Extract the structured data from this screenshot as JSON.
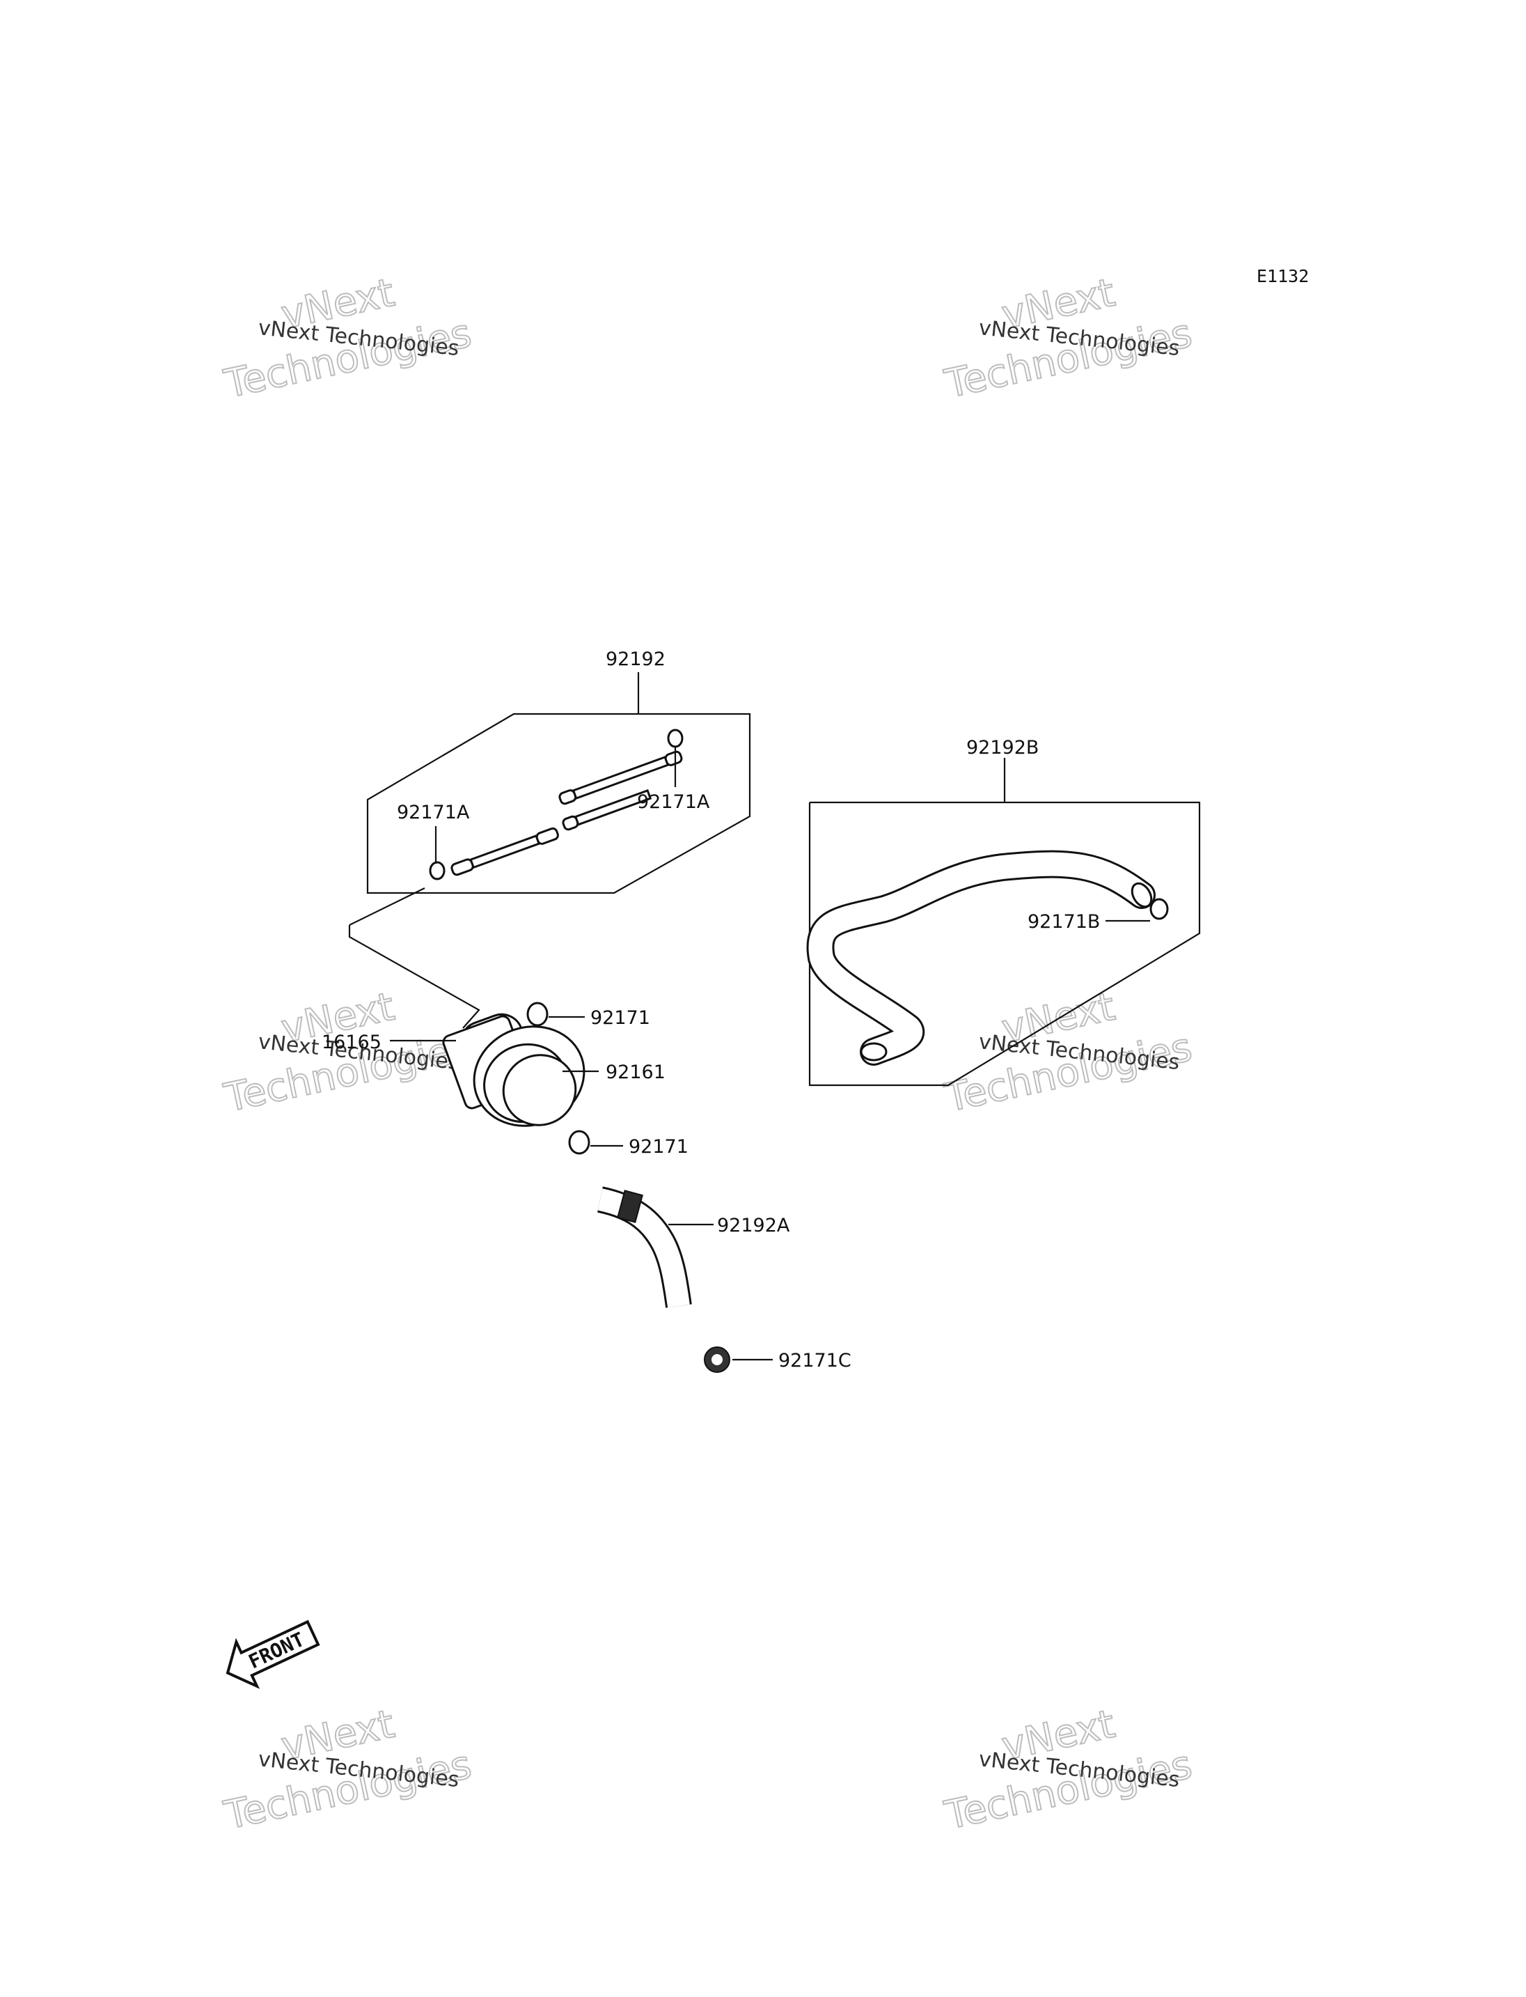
{
  "diagram_code": "E1132",
  "watermark": {
    "line1": "vNext Technologies",
    "line2": "vNext",
    "line3": "Technologies"
  },
  "labels": {
    "p92192": "92192",
    "p92171A_left": "92171A",
    "p92171A_right": "92171A",
    "p92192B": "92192B",
    "p92171B": "92171B",
    "p92171_top": "92171",
    "p16165": "16165",
    "p92161": "92161",
    "p92171_bottom": "92171",
    "p92192A": "92192A",
    "p92171C": "92171C"
  },
  "front_marker": "FRONT"
}
